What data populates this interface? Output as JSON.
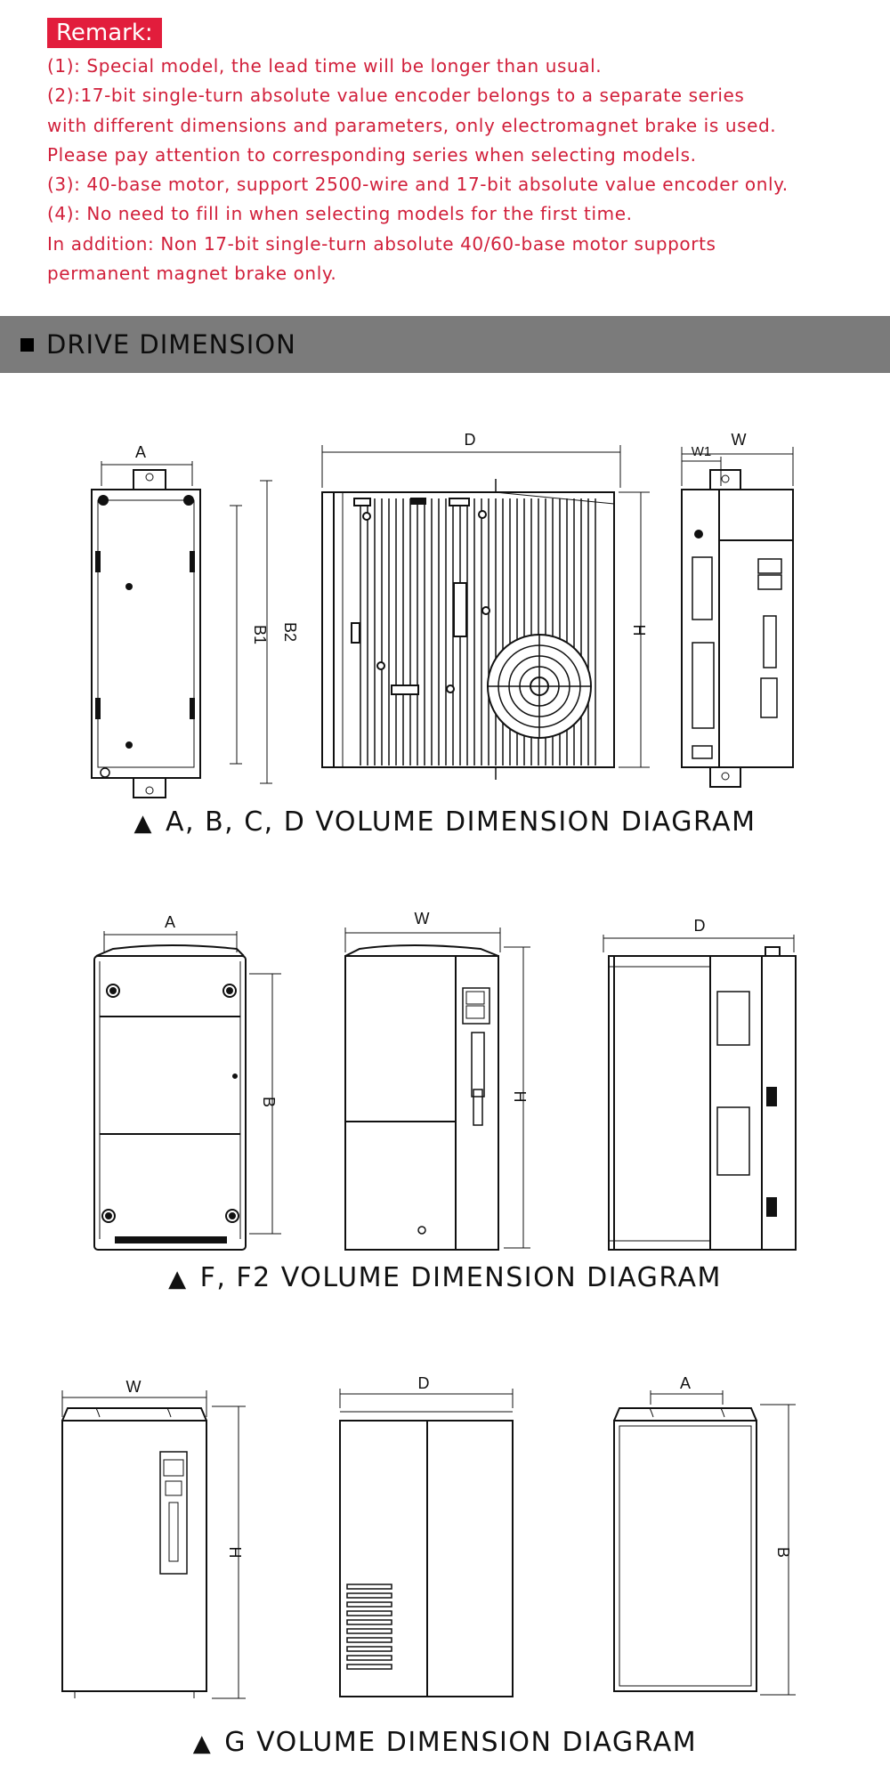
{
  "remark": {
    "badge": "Remark:",
    "lines": [
      "(1): Special model, the lead time will be longer than usual.",
      "(2):17-bit single-turn absolute value encoder belongs to a separate series",
      "with different dimensions and parameters, only electromagnet brake is used.",
      "Please pay attention to corresponding series when selecting models.",
      "(3): 40-base motor, support 2500-wire and 17-bit absolute value encoder only.",
      "(4): No need to fill in when selecting models for the first time.",
      "In addition: Non 17-bit single-turn absolute 40/60-base motor supports",
      "permanent magnet brake only."
    ]
  },
  "section": {
    "title": "DRIVE DIMENSION"
  },
  "diagrams": [
    {
      "caption": "A, B, C, D VOLUME DIMENSION DIAGRAM",
      "labels": [
        "A",
        "B1",
        "B2",
        "D",
        "H",
        "W",
        "W1"
      ]
    },
    {
      "caption": "F, F2 VOLUME DIMENSION DIAGRAM",
      "labels": [
        "A",
        "B",
        "W",
        "H",
        "D"
      ]
    },
    {
      "caption": "G VOLUME DIMENSION DIAGRAM",
      "labels": [
        "W",
        "H",
        "D",
        "A",
        "B"
      ]
    }
  ],
  "caption_marker": "▲"
}
